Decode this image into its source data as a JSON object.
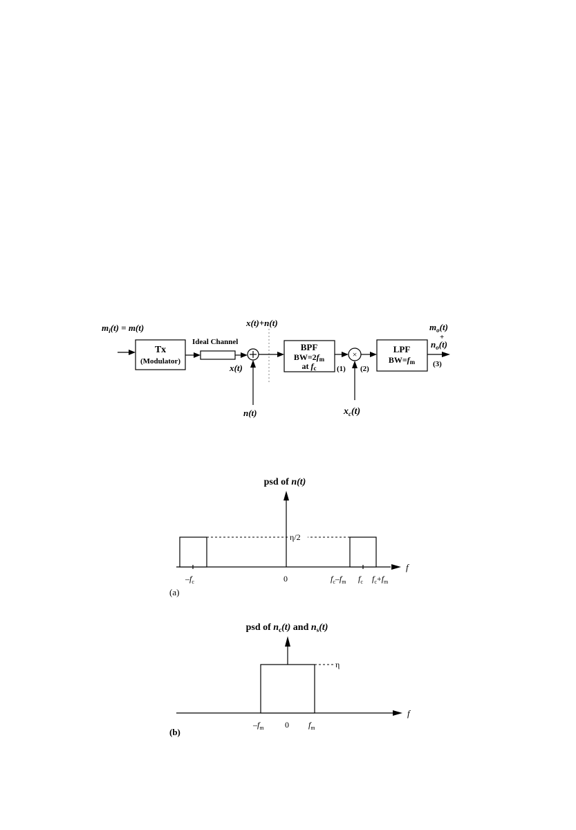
{
  "block_diagram": {
    "input_label": {
      "lhs": "m",
      "lhs_sub": "i",
      "arg": "(t) = m(t)"
    },
    "tx": {
      "line1": "Tx",
      "line2": "(Modulator)"
    },
    "channel_label": "Ideal Channel",
    "xt_label": "x(t)",
    "sum_label": "x(t)+n(t)",
    "noise_label": "n(t)",
    "bpf": {
      "line1": "BPF",
      "line2_prefix": "BW=2",
      "line2_var": "f",
      "line2_sub": "m",
      "line3_prefix": "at ",
      "line3_var": "f",
      "line3_sub": "c"
    },
    "mixer_symbol": "×",
    "carrier_label": {
      "var": "x",
      "sub": "c",
      "arg": "(t)"
    },
    "lpf": {
      "line1": "LPF",
      "line2_prefix": "BW=",
      "line2_var": "f",
      "line2_sub": "m"
    },
    "point1": "(1)",
    "point2": "(2)",
    "point3": "(3)",
    "output": {
      "top_var": "m",
      "top_sub": "o",
      "top_arg": "(t)",
      "plus": "+",
      "bot_var": "n",
      "bot_sub": "o",
      "bot_arg": "(t)"
    }
  },
  "psd_a": {
    "title_prefix": "psd of ",
    "title_var": "n",
    "title_arg": "(t)",
    "level_label": "η/2",
    "axis_var": "f",
    "ticks": {
      "neg_fc": {
        "pre": "–",
        "var": "f",
        "sub": "c"
      },
      "zero": "0",
      "fc_minus_fm": {
        "v1": "f",
        "s1": "c",
        "op": "–",
        "v2": "f",
        "s2": "m"
      },
      "fc": {
        "var": "f",
        "sub": "c"
      },
      "fc_plus_fm": {
        "v1": "f",
        "s1": "c",
        "op": "+",
        "v2": "f",
        "s2": "m"
      }
    },
    "panel_label": "(a)"
  },
  "psd_b": {
    "title_prefix": "psd of ",
    "title_var1": "n",
    "title_sub1": "c",
    "title_arg1": "(t)",
    "title_and": " and ",
    "title_var2": "n",
    "title_sub2": "s",
    "title_arg2": "(t)",
    "level_label": "η",
    "axis_var": "f",
    "ticks": {
      "neg_fm": {
        "pre": "–",
        "var": "f",
        "sub": "m"
      },
      "zero": "0",
      "fm": {
        "var": "f",
        "sub": "m"
      }
    },
    "panel_label": "(b)"
  }
}
